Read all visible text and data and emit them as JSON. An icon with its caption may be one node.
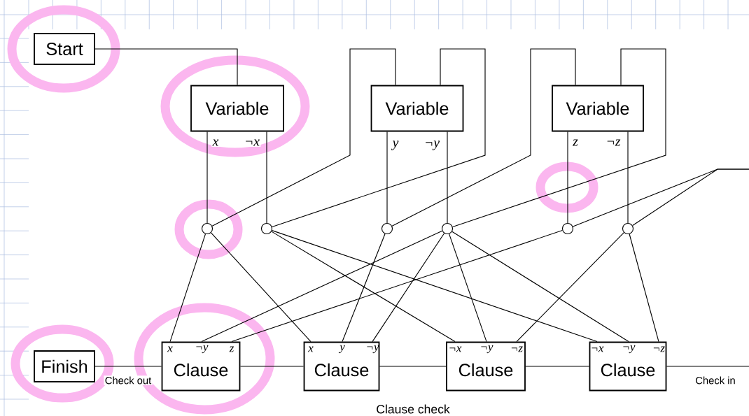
{
  "diagram": {
    "nodes": [
      {
        "text": [
          "Start"
        ]
      },
      {
        "text": [
          "Variable"
        ]
      },
      {
        "text": [
          "Variable"
        ]
      },
      {
        "text": [
          "Variable"
        ]
      },
      {
        "text": [],
        "shape": "circle"
      },
      {
        "text": [],
        "shape": "circle"
      },
      {
        "text": [],
        "shape": "circle"
      },
      {
        "text": [],
        "shape": "circle"
      },
      {
        "text": [],
        "shape": "circle"
      },
      {
        "text": [],
        "shape": "circle"
      },
      {
        "text": [
          "Finish"
        ]
      },
      {
        "text": [
          "x",
          "¬y",
          "z",
          "Clause"
        ]
      },
      {
        "text": [
          "x",
          "y",
          "¬y",
          "Clause"
        ]
      },
      {
        "text": [
          "¬x",
          "¬y",
          "¬z",
          "Clause"
        ]
      },
      {
        "text": [
          "¬x",
          "¬y",
          "¬z",
          "Clause"
        ]
      }
    ],
    "edges": [
      {
        "from": 0,
        "to": 1,
        "arrow": "none"
      },
      {
        "from": 1,
        "to": 4,
        "arrow": "none",
        "label": "x"
      },
      {
        "from": 1,
        "to": 5,
        "arrow": "none",
        "label": "¬x"
      },
      {
        "from": 2,
        "to": 6,
        "arrow": "none",
        "label": "y"
      },
      {
        "from": 2,
        "to": 7,
        "arrow": "none",
        "label": "¬y"
      },
      {
        "from": 3,
        "to": 8,
        "arrow": "none",
        "label": "z"
      },
      {
        "from": 3,
        "to": 9,
        "arrow": "none",
        "label": "¬z"
      },
      {
        "from": 4,
        "to": 2,
        "arrow": "none"
      },
      {
        "from": 5,
        "to": 2,
        "arrow": "none"
      },
      {
        "from": 6,
        "to": 3,
        "arrow": "none"
      },
      {
        "from": 7,
        "to": 3,
        "arrow": "none"
      },
      {
        "from": 8,
        "to": null,
        "arrow": "none"
      },
      {
        "from": 9,
        "to": null,
        "arrow": "none"
      },
      {
        "from": 4,
        "to": 11,
        "arrow": "none"
      },
      {
        "from": 4,
        "to": 12,
        "arrow": "none"
      },
      {
        "from": 5,
        "to": 13,
        "arrow": "none"
      },
      {
        "from": 5,
        "to": 14,
        "arrow": "none"
      },
      {
        "from": 6,
        "to": 12,
        "arrow": "none"
      },
      {
        "from": 7,
        "to": 11,
        "arrow": "none"
      },
      {
        "from": 7,
        "to": 12,
        "arrow": "none"
      },
      {
        "from": 7,
        "to": 13,
        "arrow": "none"
      },
      {
        "from": 7,
        "to": 14,
        "arrow": "none"
      },
      {
        "from": 8,
        "to": 11,
        "arrow": "none"
      },
      {
        "from": 9,
        "to": 13,
        "arrow": "none"
      },
      {
        "from": 9,
        "to": 14,
        "arrow": "none"
      },
      {
        "from": 10,
        "to": 11,
        "arrow": "none",
        "label": "Check out"
      },
      {
        "from": 11,
        "to": 12,
        "arrow": "none"
      },
      {
        "from": 12,
        "to": 13,
        "arrow": "none"
      },
      {
        "from": 13,
        "to": 14,
        "arrow": "none"
      },
      {
        "from": 14,
        "to": null,
        "arrow": "none",
        "label": "Check in"
      }
    ],
    "labels": [
      "Clause check"
    ]
  }
}
